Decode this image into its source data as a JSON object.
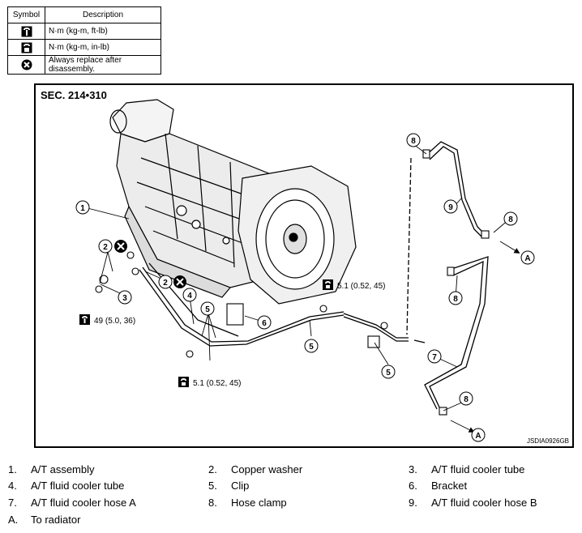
{
  "symbol_table": {
    "header_symbol": "Symbol",
    "header_description": "Description",
    "rows": [
      {
        "icon": "torque-wrench-icon",
        "description": "N·m (kg-m, ft-lb)"
      },
      {
        "icon": "torque-wrench-small-icon",
        "description": "N·m (kg-m, in-lb)"
      },
      {
        "icon": "always-replace-icon",
        "description": "Always replace after disassembly."
      }
    ]
  },
  "diagram": {
    "section": "SEC. 214•310",
    "code": "JSDIA0926GB",
    "callouts": [
      "1",
      "2",
      "2",
      "3",
      "4",
      "5",
      "5",
      "5",
      "6",
      "7",
      "8",
      "8",
      "8",
      "8",
      "9",
      "A",
      "A"
    ],
    "torque_labels": {
      "top_right": "5.1 (0.52, 45)",
      "left": "49 (5.0, 36)",
      "bottom": "5.1 (0.52, 45)"
    }
  },
  "legend": [
    {
      "num": "1.",
      "text": "A/T assembly"
    },
    {
      "num": "2.",
      "text": "Copper washer"
    },
    {
      "num": "3.",
      "text": "A/T fluid cooler tube"
    },
    {
      "num": "4.",
      "text": "A/T fluid cooler tube"
    },
    {
      "num": "5.",
      "text": "Clip"
    },
    {
      "num": "6.",
      "text": "Bracket"
    },
    {
      "num": "7.",
      "text": "A/T fluid cooler hose A"
    },
    {
      "num": "8.",
      "text": "Hose clamp"
    },
    {
      "num": "9.",
      "text": "A/T fluid cooler hose B"
    },
    {
      "num": "A.",
      "text": "To radiator"
    }
  ]
}
